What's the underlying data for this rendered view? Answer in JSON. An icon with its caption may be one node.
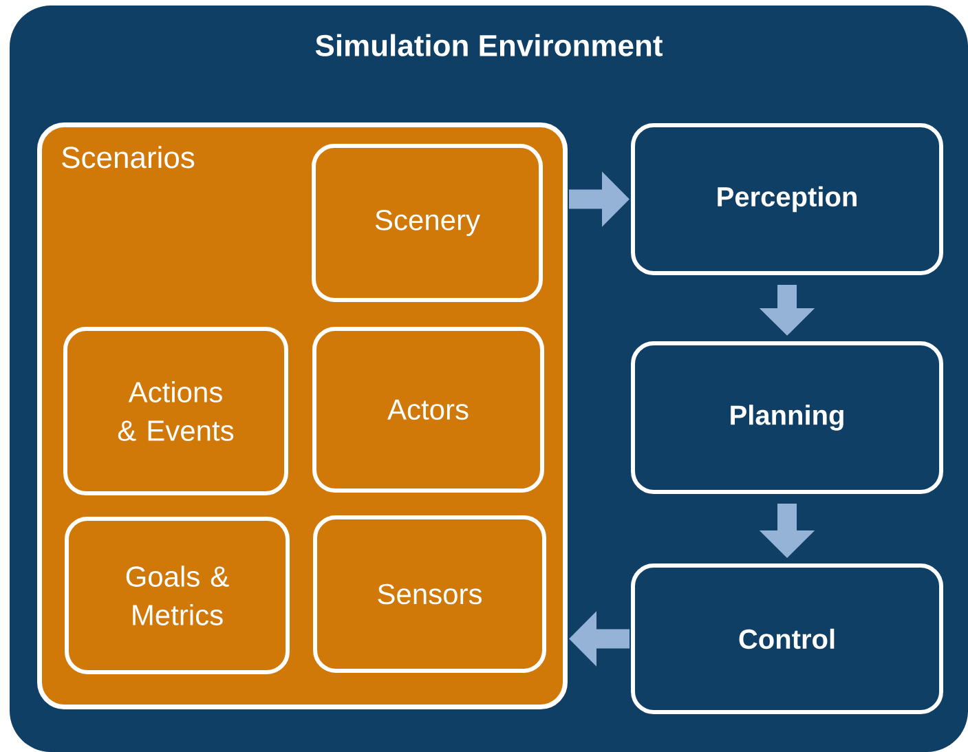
{
  "diagram": {
    "nodes": [
      {
        "text": [
          "Simulation Environment"
        ]
      },
      {
        "text": [
          "Scenarios"
        ],
        "in": 0
      },
      {
        "text": [
          "Scenery"
        ],
        "in": 1
      },
      {
        "text": [
          "Actions & Events"
        ],
        "in": 1
      },
      {
        "text": [
          "Actors"
        ],
        "in": 1
      },
      {
        "text": [
          "Goals & Metrics"
        ],
        "in": 1
      },
      {
        "text": [
          "Sensors"
        ],
        "in": 1
      },
      {
        "text": [
          "Perception"
        ],
        "in": 0
      },
      {
        "text": [
          "Planning"
        ],
        "in": 0
      },
      {
        "text": [
          "Control"
        ],
        "in": 0
      }
    ],
    "edges": [
      {
        "from": 1,
        "to": 7,
        "arrow": "to"
      },
      {
        "from": 7,
        "to": 8,
        "arrow": "to"
      },
      {
        "from": 8,
        "to": 9,
        "arrow": "to"
      },
      {
        "from": 9,
        "to": 1,
        "arrow": "to"
      }
    ]
  }
}
